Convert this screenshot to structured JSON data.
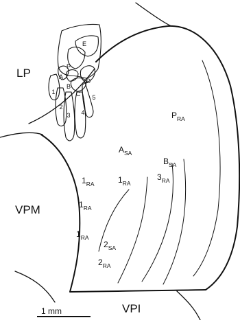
{
  "regions": {
    "lp": "LP",
    "vpm": "VPM",
    "vpi": "VPI"
  },
  "paw_pads": {
    "e": "E",
    "p": "P",
    "a": "A",
    "b": "B",
    "c": "C",
    "d": "D",
    "digit1": "1",
    "digit2": "2",
    "digit3": "3",
    "digit4": "4",
    "digit5": "5"
  },
  "zones": [
    {
      "main": "P",
      "sub": "RA"
    },
    {
      "main": "A",
      "sub": "SA"
    },
    {
      "main": "B",
      "sub": "SA"
    },
    {
      "main": "1",
      "sub": "RA"
    },
    {
      "main": "1",
      "sub": "RA"
    },
    {
      "main": "3",
      "sub": "RA"
    },
    {
      "main": "1",
      "sub": "RA"
    },
    {
      "main": "1",
      "sub": "RA"
    },
    {
      "main": "2",
      "sub": "SA"
    },
    {
      "main": "2",
      "sub": "RA"
    }
  ],
  "scale_bar": {
    "label": "1 mm"
  }
}
